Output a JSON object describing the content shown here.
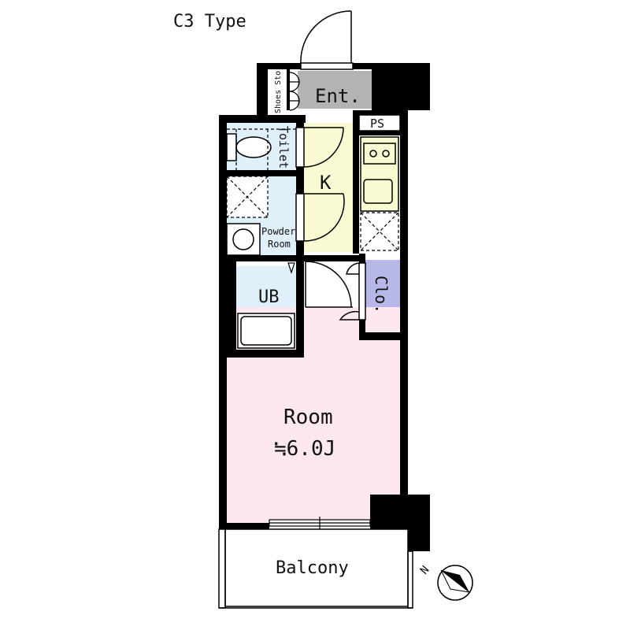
{
  "plan": {
    "type_label": "C3 Type",
    "rooms": {
      "entrance": "Ent.",
      "shoes_storage": "Shoes Sto.",
      "pipe_space": "PS",
      "toilet": "Toilet",
      "kitchen": "K",
      "powder_room_line1": "Powder",
      "powder_room_line2": "Room",
      "unit_bath": "UB",
      "closet": "Clo.",
      "main_room": "Room",
      "main_room_size": "≒6.0J",
      "balcony": "Balcony"
    },
    "compass": {
      "label": "N"
    },
    "colors": {
      "wall": "#000000",
      "entrance": "#b3b3b3",
      "kitchen": "#fafad2",
      "wet_area": "#dff0fb",
      "closet": "#b8b8e8",
      "room": "#fde8f0",
      "balcony": "#ffffff"
    }
  }
}
